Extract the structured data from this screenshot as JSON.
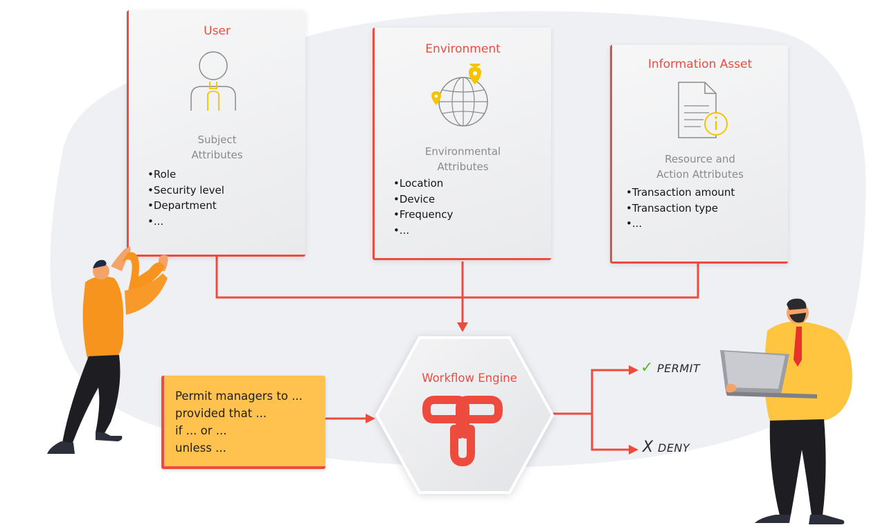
{
  "cards": [
    {
      "title": "User",
      "icon": "user-icon",
      "subtitle_line1": "Subject",
      "subtitle_line2": "Attributes",
      "items": [
        "Role",
        "Security level",
        "Department",
        "..."
      ]
    },
    {
      "title": "Environment",
      "icon": "globe-location-icon",
      "subtitle_line1": "Environmental",
      "subtitle_line2": "Attributes",
      "items": [
        "Location",
        "Device",
        "Frequency",
        "..."
      ]
    },
    {
      "title": "Information Asset",
      "icon": "document-info-icon",
      "subtitle_line1": "Resource and",
      "subtitle_line2": "Action Attributes",
      "items": [
        "Transaction amount",
        "Transaction type",
        "..."
      ]
    }
  ],
  "policy": {
    "lines": [
      "Permit managers to ...",
      "provided that ...",
      "if ... or ...",
      "unless ..."
    ]
  },
  "engine": {
    "label": "Workflow Engine",
    "icon": "chain-link-icon"
  },
  "outcomes": {
    "permit": {
      "mark": "✓",
      "label": "PERMIT",
      "color": "#5cb82d"
    },
    "deny": {
      "mark": "X",
      "label": "DENY",
      "color": "#2a2a2a"
    }
  },
  "colors": {
    "accent": "#ee4b3f",
    "policy_fill": "#ffc24e",
    "icon_yellow": "#f5c400",
    "background_blob": "#eef0f3",
    "person_orange": "#f7941d",
    "person_yellow": "#ffc440"
  }
}
